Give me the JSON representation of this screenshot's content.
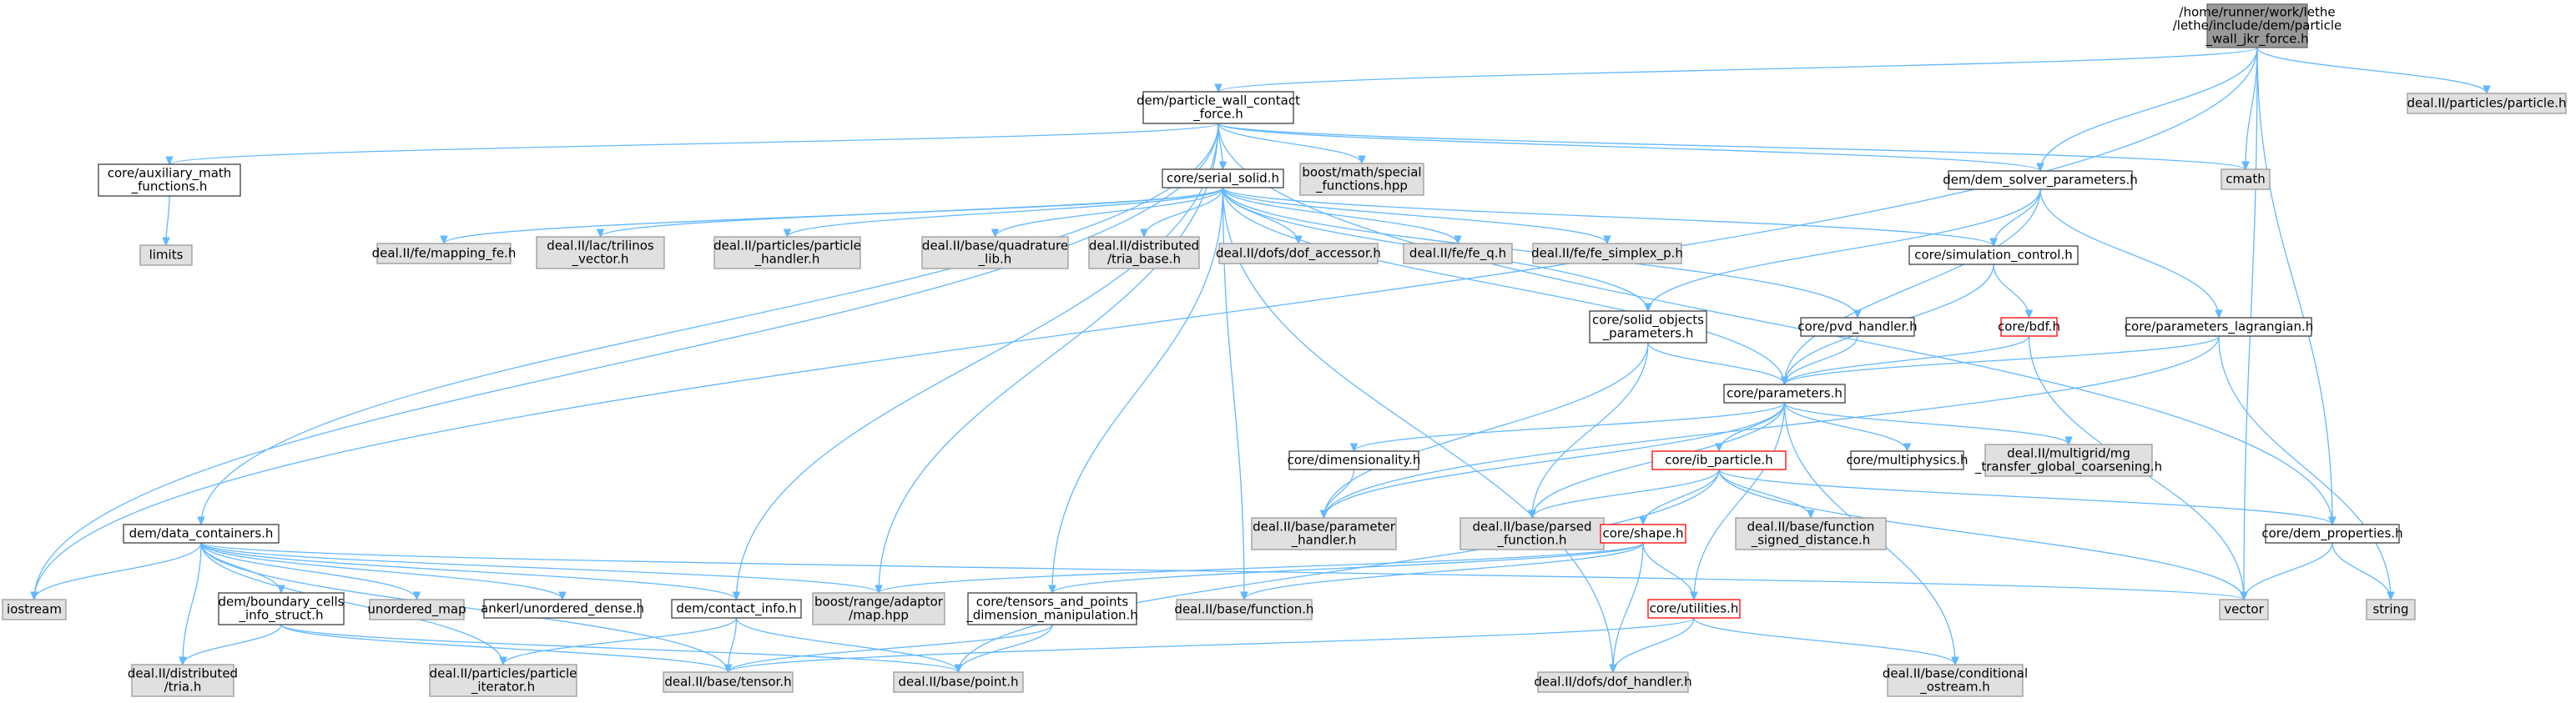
{
  "diagram": {
    "nodes": [
      {
        "id": "root",
        "style": "root",
        "lines": [
          "/home/runner/work/lethe",
          "/lethe/include/dem/particle",
          "_wall_jkr_force.h"
        ]
      },
      {
        "id": "pwc",
        "style": "plain",
        "lines": [
          "dem/particle_wall_contact",
          "_force.h"
        ]
      },
      {
        "id": "dsp",
        "style": "plain",
        "lines": [
          "dem/dem_solver_parameters.h"
        ]
      },
      {
        "id": "cmath",
        "style": "grey",
        "lines": [
          "cmath"
        ]
      },
      {
        "id": "particle",
        "style": "grey",
        "lines": [
          "deal.II/particles/particle.h"
        ]
      },
      {
        "id": "auxm",
        "style": "plain",
        "lines": [
          "core/auxiliary_math",
          "_functions.h"
        ]
      },
      {
        "id": "serial",
        "style": "plain",
        "lines": [
          "core/serial_solid.h"
        ]
      },
      {
        "id": "boostmath",
        "style": "grey",
        "lines": [
          "boost/math/special",
          "_functions.hpp"
        ]
      },
      {
        "id": "limits",
        "style": "grey",
        "lines": [
          "limits"
        ]
      },
      {
        "id": "mapping",
        "style": "grey",
        "lines": [
          "deal.II/fe/mapping_fe.h"
        ]
      },
      {
        "id": "trilinos",
        "style": "grey",
        "lines": [
          "deal.II/lac/trilinos",
          "_vector.h"
        ]
      },
      {
        "id": "pph",
        "style": "grey",
        "lines": [
          "deal.II/particles/particle",
          "_handler.h"
        ]
      },
      {
        "id": "quad",
        "style": "grey",
        "lines": [
          "deal.II/base/quadrature",
          "_lib.h"
        ]
      },
      {
        "id": "triabase",
        "style": "grey",
        "lines": [
          "deal.II/distributed",
          "/tria_base.h"
        ]
      },
      {
        "id": "dofacc",
        "style": "grey",
        "lines": [
          "deal.II/dofs/dof_accessor.h"
        ]
      },
      {
        "id": "feq",
        "style": "grey",
        "lines": [
          "deal.II/fe/fe_q.h"
        ]
      },
      {
        "id": "fesimplex",
        "style": "grey",
        "lines": [
          "deal.II/fe/fe_simplex_p.h"
        ]
      },
      {
        "id": "simctrl",
        "style": "plain",
        "lines": [
          "core/simulation_control.h"
        ]
      },
      {
        "id": "solidobj",
        "style": "plain",
        "lines": [
          "core/solid_objects",
          "_parameters.h"
        ]
      },
      {
        "id": "pvd",
        "style": "plain",
        "lines": [
          "core/pvd_handler.h"
        ]
      },
      {
        "id": "bdf",
        "style": "red",
        "lines": [
          "core/bdf.h"
        ]
      },
      {
        "id": "paramlag",
        "style": "plain",
        "lines": [
          "core/parameters_lagrangian.h"
        ]
      },
      {
        "id": "params",
        "style": "plain",
        "lines": [
          "core/parameters.h"
        ]
      },
      {
        "id": "dimens",
        "style": "plain",
        "lines": [
          "core/dimensionality.h"
        ]
      },
      {
        "id": "ibp",
        "style": "red",
        "lines": [
          "core/ib_particle.h"
        ]
      },
      {
        "id": "multiph",
        "style": "plain",
        "lines": [
          "core/multiphysics.h"
        ]
      },
      {
        "id": "mgtrans",
        "style": "grey",
        "lines": [
          "deal.II/multigrid/mg",
          "_transfer_global_coarsening.h"
        ]
      },
      {
        "id": "paramhandler",
        "style": "grey",
        "lines": [
          "deal.II/base/parameter",
          "_handler.h"
        ]
      },
      {
        "id": "parsedfn",
        "style": "grey",
        "lines": [
          "deal.II/base/parsed",
          "_function.h"
        ]
      },
      {
        "id": "fsd",
        "style": "grey",
        "lines": [
          "deal.II/base/function",
          "_signed_distance.h"
        ]
      },
      {
        "id": "demprops",
        "style": "plain",
        "lines": [
          "core/dem_properties.h"
        ]
      },
      {
        "id": "shape",
        "style": "red",
        "lines": [
          "core/shape.h"
        ]
      },
      {
        "id": "datacont",
        "style": "plain",
        "lines": [
          "dem/data_containers.h"
        ]
      },
      {
        "id": "iostream",
        "style": "grey",
        "lines": [
          "iostream"
        ]
      },
      {
        "id": "bcinfo",
        "style": "plain",
        "lines": [
          "dem/boundary_cells",
          "_info_struct.h"
        ]
      },
      {
        "id": "umap",
        "style": "grey",
        "lines": [
          "unordered_map"
        ]
      },
      {
        "id": "ankerl",
        "style": "plain",
        "lines": [
          "ankerl/unordered_dense.h"
        ]
      },
      {
        "id": "continfo",
        "style": "plain",
        "lines": [
          "dem/contact_info.h"
        ]
      },
      {
        "id": "boostmap",
        "style": "grey",
        "lines": [
          "boost/range/adaptor",
          "/map.hpp"
        ]
      },
      {
        "id": "tensors",
        "style": "plain",
        "lines": [
          "core/tensors_and_points",
          "_dimension_manipulation.h"
        ]
      },
      {
        "id": "function",
        "style": "grey",
        "lines": [
          "deal.II/base/function.h"
        ]
      },
      {
        "id": "utilities",
        "style": "red",
        "lines": [
          "core/utilities.h"
        ]
      },
      {
        "id": "vector",
        "style": "grey",
        "lines": [
          "vector"
        ]
      },
      {
        "id": "string",
        "style": "grey",
        "lines": [
          "string"
        ]
      },
      {
        "id": "distria",
        "style": "grey",
        "lines": [
          "deal.II/distributed",
          "/tria.h"
        ]
      },
      {
        "id": "ppiter",
        "style": "grey",
        "lines": [
          "deal.II/particles/particle",
          "_iterator.h"
        ]
      },
      {
        "id": "tensor",
        "style": "grey",
        "lines": [
          "deal.II/base/tensor.h"
        ]
      },
      {
        "id": "point",
        "style": "grey",
        "lines": [
          "deal.II/base/point.h"
        ]
      },
      {
        "id": "dofh",
        "style": "grey",
        "lines": [
          "deal.II/dofs/dof_handler.h"
        ]
      },
      {
        "id": "condos",
        "style": "grey",
        "lines": [
          "deal.II/base/conditional",
          "_ostream.h"
        ]
      }
    ],
    "edges": [
      [
        "root",
        "pwc"
      ],
      [
        "root",
        "dsp"
      ],
      [
        "root",
        "cmath"
      ],
      [
        "root",
        "particle"
      ],
      [
        "root",
        "iostream"
      ],
      [
        "root",
        "vector"
      ],
      [
        "root",
        "demprops"
      ],
      [
        "pwc",
        "auxm"
      ],
      [
        "pwc",
        "serial"
      ],
      [
        "pwc",
        "boostmath"
      ],
      [
        "pwc",
        "dsp"
      ],
      [
        "pwc",
        "cmath"
      ],
      [
        "pwc",
        "iostream"
      ],
      [
        "pwc",
        "datacont"
      ],
      [
        "pwc",
        "continfo"
      ],
      [
        "pwc",
        "boostmap"
      ],
      [
        "pwc",
        "demprops"
      ],
      [
        "auxm",
        "limits"
      ],
      [
        "serial",
        "mapping"
      ],
      [
        "serial",
        "trilinos"
      ],
      [
        "serial",
        "pph"
      ],
      [
        "serial",
        "quad"
      ],
      [
        "serial",
        "triabase"
      ],
      [
        "serial",
        "dofacc"
      ],
      [
        "serial",
        "feq"
      ],
      [
        "serial",
        "fesimplex"
      ],
      [
        "serial",
        "simctrl"
      ],
      [
        "serial",
        "solidobj"
      ],
      [
        "serial",
        "pvd"
      ],
      [
        "serial",
        "params"
      ],
      [
        "serial",
        "tensors"
      ],
      [
        "serial",
        "function"
      ],
      [
        "serial",
        "dofh"
      ],
      [
        "dsp",
        "simctrl"
      ],
      [
        "dsp",
        "paramlag"
      ],
      [
        "dsp",
        "solidobj"
      ],
      [
        "dsp",
        "params"
      ],
      [
        "simctrl",
        "bdf"
      ],
      [
        "simctrl",
        "params"
      ],
      [
        "bdf",
        "params"
      ],
      [
        "bdf",
        "vector"
      ],
      [
        "paramlag",
        "params"
      ],
      [
        "paramlag",
        "paramhandler"
      ],
      [
        "paramlag",
        "string"
      ],
      [
        "solidobj",
        "params"
      ],
      [
        "solidobj",
        "paramhandler"
      ],
      [
        "solidobj",
        "parsedfn"
      ],
      [
        "pvd",
        "params"
      ],
      [
        "params",
        "dimens"
      ],
      [
        "params",
        "ibp"
      ],
      [
        "params",
        "multiph"
      ],
      [
        "params",
        "mgtrans"
      ],
      [
        "params",
        "paramhandler"
      ],
      [
        "params",
        "parsedfn"
      ],
      [
        "params",
        "utilities"
      ],
      [
        "params",
        "condos"
      ],
      [
        "dimens",
        "paramhandler"
      ],
      [
        "ibp",
        "shape"
      ],
      [
        "ibp",
        "parsedfn"
      ],
      [
        "ibp",
        "fsd"
      ],
      [
        "ibp",
        "demprops"
      ],
      [
        "ibp",
        "vector"
      ],
      [
        "ibp",
        "point"
      ],
      [
        "shape",
        "boostmap"
      ],
      [
        "shape",
        "tensors"
      ],
      [
        "shape",
        "function"
      ],
      [
        "shape",
        "utilities"
      ],
      [
        "shape",
        "dofh"
      ],
      [
        "demprops",
        "vector"
      ],
      [
        "demprops",
        "string"
      ],
      [
        "utilities",
        "tensor"
      ],
      [
        "utilities",
        "dofh"
      ],
      [
        "utilities",
        "condos"
      ],
      [
        "datacont",
        "iostream"
      ],
      [
        "datacont",
        "bcinfo"
      ],
      [
        "datacont",
        "umap"
      ],
      [
        "datacont",
        "ankerl"
      ],
      [
        "datacont",
        "continfo"
      ],
      [
        "datacont",
        "boostmap"
      ],
      [
        "datacont",
        "vector"
      ],
      [
        "datacont",
        "distria"
      ],
      [
        "datacont",
        "ppiter"
      ],
      [
        "datacont",
        "tensor"
      ],
      [
        "bcinfo",
        "distria"
      ],
      [
        "bcinfo",
        "point"
      ],
      [
        "bcinfo",
        "tensor"
      ],
      [
        "continfo",
        "ppiter"
      ],
      [
        "continfo",
        "tensor"
      ],
      [
        "continfo",
        "point"
      ],
      [
        "tensors",
        "tensor"
      ],
      [
        "tensors",
        "point"
      ]
    ]
  }
}
